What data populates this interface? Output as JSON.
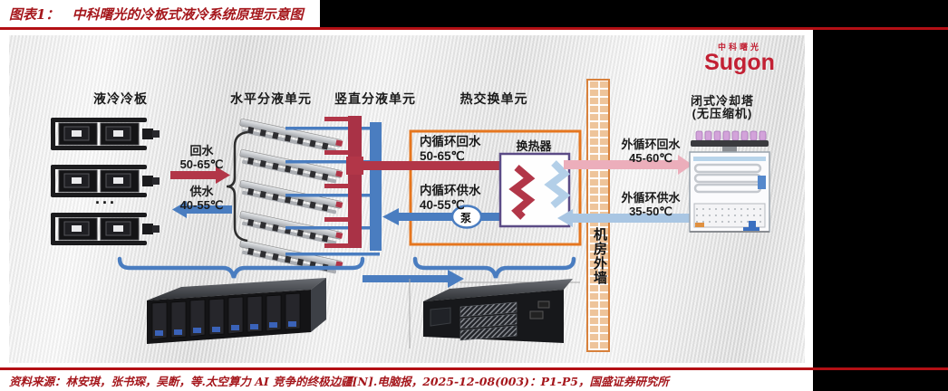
{
  "doc": {
    "figure_label": "图表1：",
    "figure_title": "中科曙光的冷板式液冷系统原理示意图",
    "source": "资料来源：林安琪，张书琛，吴断，等.太空算力 AI 竞争的终极边疆[N].电脑报，2025-12-08(003)：P1-P5，国盛证券研究所"
  },
  "logo": {
    "cn": "中科曙光",
    "en": "Sugon"
  },
  "sections": {
    "cold_plate": "液冷冷板",
    "horizontal_unit": "水平分液单元",
    "vertical_unit": "竖直分液单元",
    "heat_exchange_unit": "热交换单元",
    "cooling_tower_line1": "闭式冷却塔",
    "cooling_tower_line2": "(无压缩机)"
  },
  "flows": {
    "return": {
      "label": "回水",
      "temp": "50-65℃"
    },
    "supply": {
      "label": "供水",
      "temp": "40-55℃"
    },
    "inner_return": {
      "label": "内循环回水",
      "temp": "50-65℃"
    },
    "inner_supply": {
      "label": "内循环供水",
      "temp": "40-55℃"
    },
    "outer_return": {
      "label": "外循环回水",
      "temp": "45-60℃"
    },
    "outer_supply": {
      "label": "外循环供水",
      "temp": "35-50℃"
    }
  },
  "components": {
    "heat_exchanger": "换热器",
    "pump": "泵",
    "machine_room_wall": "机房外墙",
    "ellipsis": "..."
  },
  "colors": {
    "rule_red": "#b30f14",
    "text_red": "#a5171c",
    "logo_red": "#c22033",
    "hot_red": "#b23648",
    "cold_blue": "#4a7dc0",
    "outer_pink": "#ecaebb",
    "outer_light_blue": "#a9c6e3",
    "box_orange": "#e5761f",
    "box_purple": "#5b4b86",
    "brick_tan": "#eec49a"
  }
}
